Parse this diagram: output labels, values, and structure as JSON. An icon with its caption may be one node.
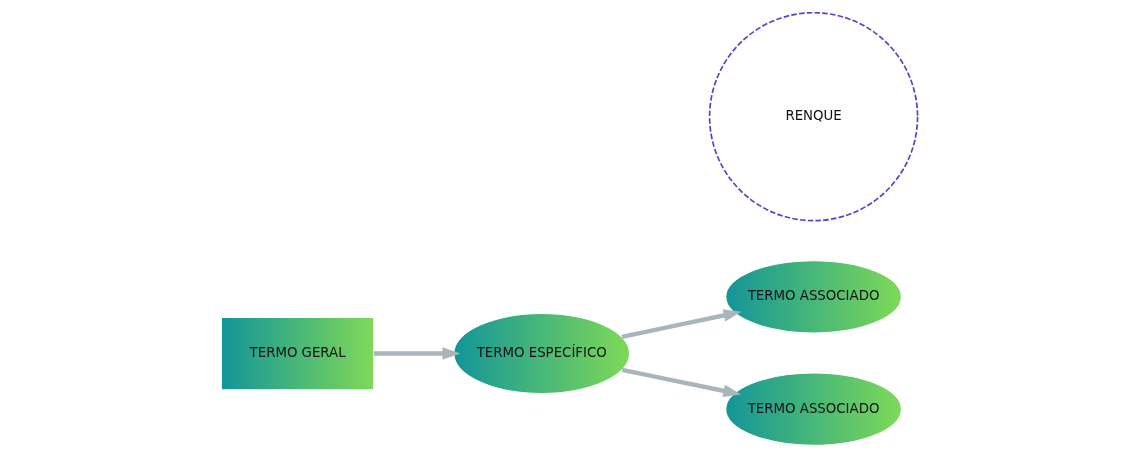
{
  "diagram": {
    "nodes": [
      {
        "text": [
          "TERMO GERAL"
        ]
      },
      {
        "text": [
          "TERMO ESPECÍFICO"
        ]
      },
      {
        "text": [
          "TERMO ASSOCIADO"
        ]
      },
      {
        "text": [
          "TERMO ASSOCIADO"
        ]
      },
      {
        "text": [
          "RENQUE"
        ]
      }
    ],
    "edges": [
      {
        "from": 0,
        "to": 1,
        "arrow": "to"
      },
      {
        "from": 1,
        "to": 2,
        "arrow": "to"
      },
      {
        "from": 1,
        "to": 3,
        "arrow": "to"
      }
    ]
  }
}
